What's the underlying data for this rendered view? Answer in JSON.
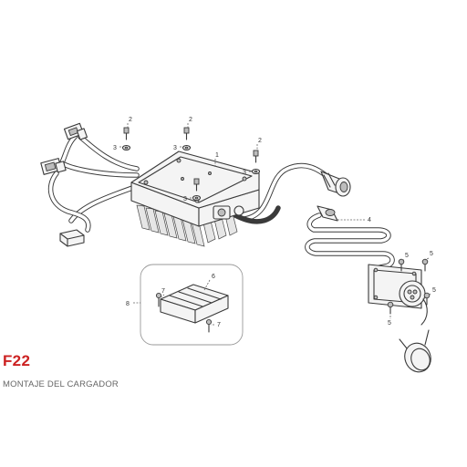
{
  "diagram": {
    "code": "F22",
    "title": "MONTAJE DEL CARGADOR",
    "accent_color": "#cc2222",
    "callouts": [
      {
        "id": "c1",
        "label": "1"
      },
      {
        "id": "c2a",
        "label": "2"
      },
      {
        "id": "c2b",
        "label": "2"
      },
      {
        "id": "c2c",
        "label": "2"
      },
      {
        "id": "c3a",
        "label": "3"
      },
      {
        "id": "c3b",
        "label": "3"
      },
      {
        "id": "c3c",
        "label": "3"
      },
      {
        "id": "c3d",
        "label": "3"
      },
      {
        "id": "c4",
        "label": "4"
      },
      {
        "id": "c5a",
        "label": "5"
      },
      {
        "id": "c5b",
        "label": "5"
      },
      {
        "id": "c5c",
        "label": "5"
      },
      {
        "id": "c5d",
        "label": "5"
      },
      {
        "id": "c6",
        "label": "6"
      },
      {
        "id": "c7a",
        "label": "7"
      },
      {
        "id": "c7b",
        "label": "7"
      },
      {
        "id": "c8",
        "label": "8"
      }
    ]
  }
}
